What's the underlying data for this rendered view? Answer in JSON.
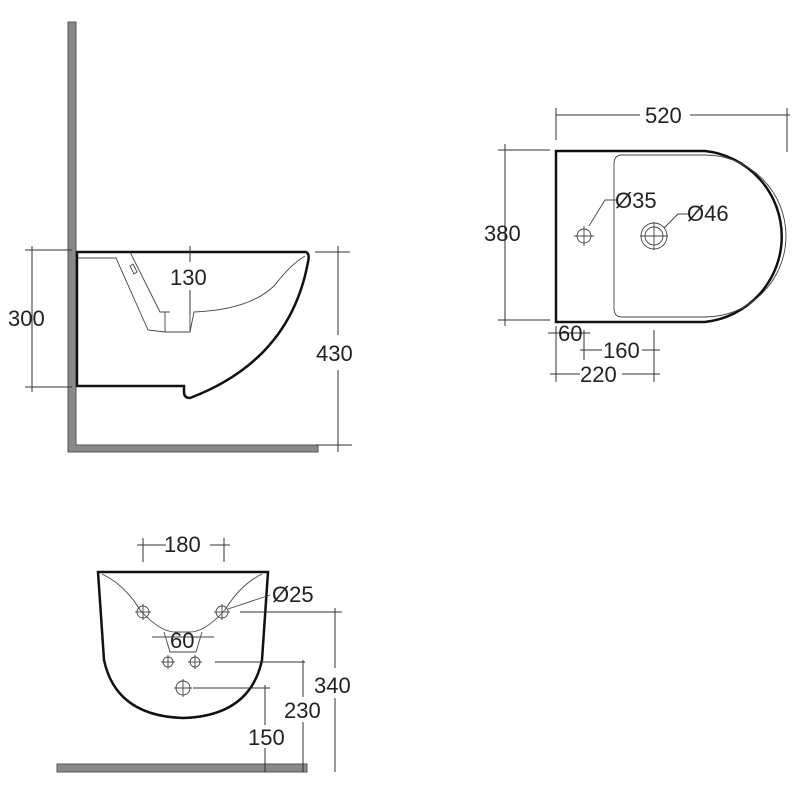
{
  "side_view": {
    "height_label": "300",
    "total_height_label": "430",
    "outlet_label": "130"
  },
  "top_view": {
    "length_label": "520",
    "width_label": "380",
    "tap_hole_label": "Ø35",
    "waste_label": "Ø46",
    "offset_60_label": "60",
    "offset_160_label": "160",
    "offset_220_label": "220"
  },
  "front_view": {
    "fixing_spacing_label": "180",
    "fixing_hole_label": "Ø25",
    "inlet_spacing_label": "60",
    "fixing_height_label": "340",
    "inlet_height_label": "230",
    "outlet_height_label": "150"
  }
}
